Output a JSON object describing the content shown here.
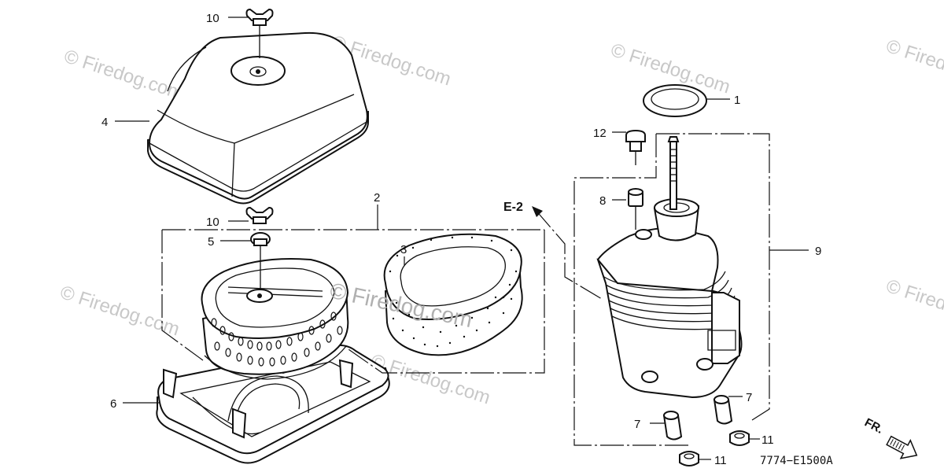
{
  "watermark": {
    "text": "© Firedog.com",
    "center_text": "© Firedog.com"
  },
  "callouts": {
    "c1": "1",
    "c2": "2",
    "c3": "3",
    "c4": "4",
    "c5": "5",
    "c6": "6",
    "c7a": "7",
    "c7b": "7",
    "c8": "8",
    "c9": "9",
    "c10a": "10",
    "c10b": "10",
    "c11a": "11",
    "c11b": "11",
    "c12": "12"
  },
  "reference": "E-2",
  "direction_label": "FR.",
  "diagram_code": "7774−E1500A"
}
